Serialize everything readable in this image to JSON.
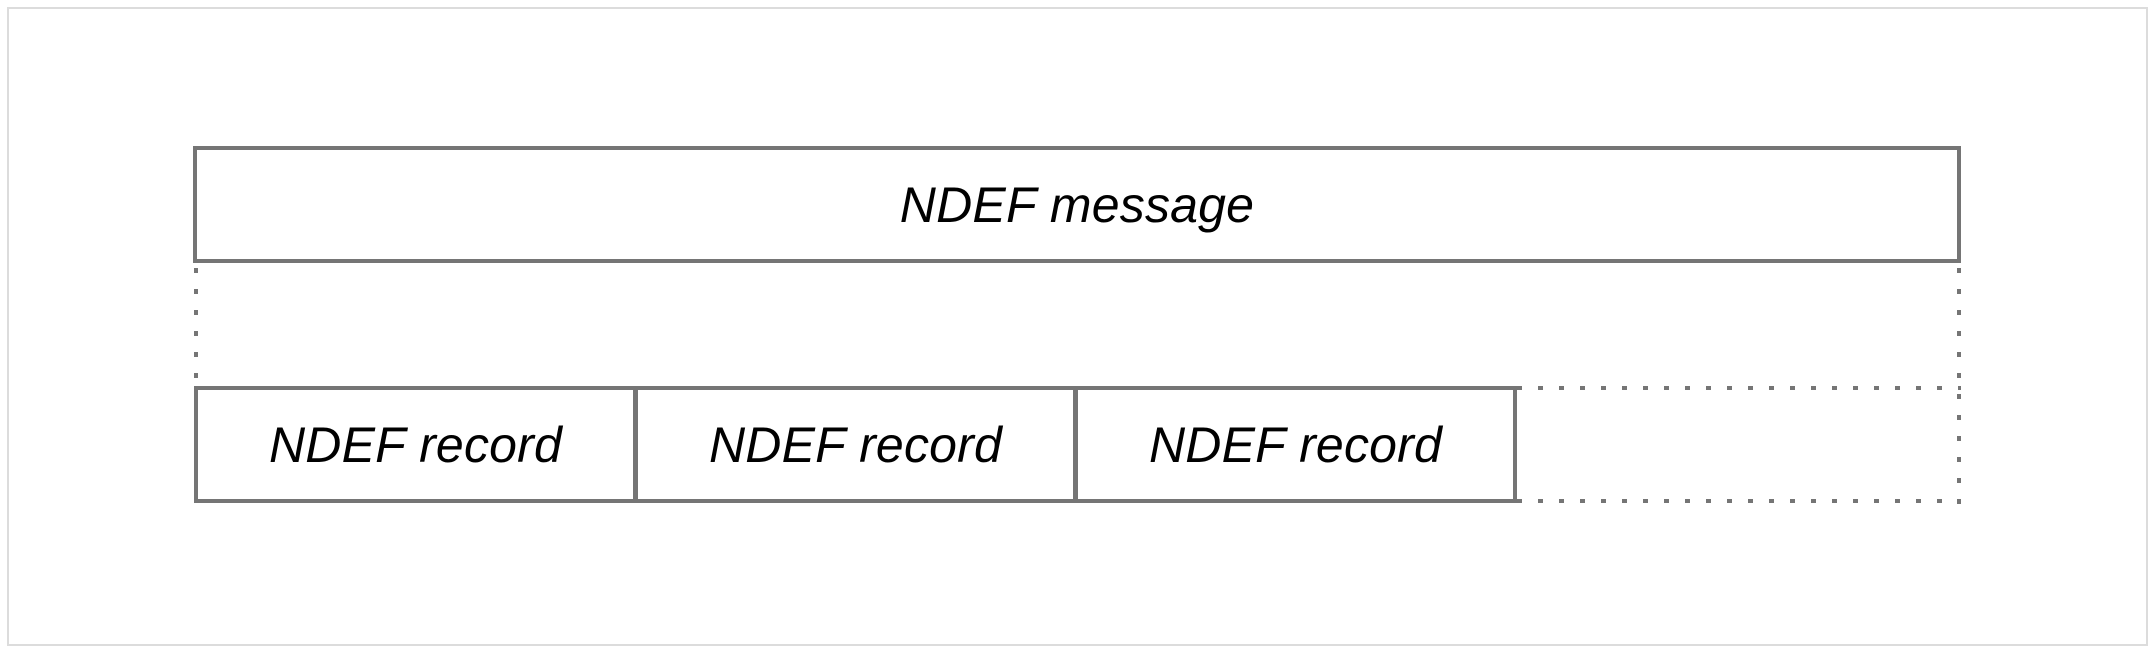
{
  "figure": {
    "title": "NDEF message structure",
    "background_color": "#ffffff",
    "frame_color": "#dcdcdc",
    "stroke_color": "#757575",
    "text_color": "#000000"
  },
  "message": {
    "label": "NDEF message"
  },
  "records": [
    {
      "label": "NDEF record"
    },
    {
      "label": "NDEF record"
    },
    {
      "label": "NDEF record"
    }
  ],
  "continuation": {
    "style": "dotted",
    "meaning": "additional NDEF records"
  }
}
